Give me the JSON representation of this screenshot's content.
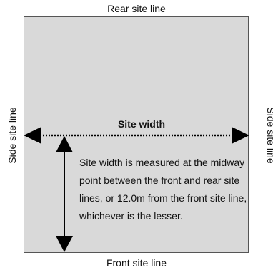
{
  "labels": {
    "rear": "Rear site line",
    "front": "Front site line",
    "side_left": "Side site line",
    "side_right": "Side site line",
    "site_width": "Site width"
  },
  "note": "Site width is measured at the midway point between the front and rear site lines, or 12.0m from the front site line, whichever is the lesser.",
  "colors": {
    "site_fill": "#d9d9d9",
    "arrow": "#000000"
  }
}
